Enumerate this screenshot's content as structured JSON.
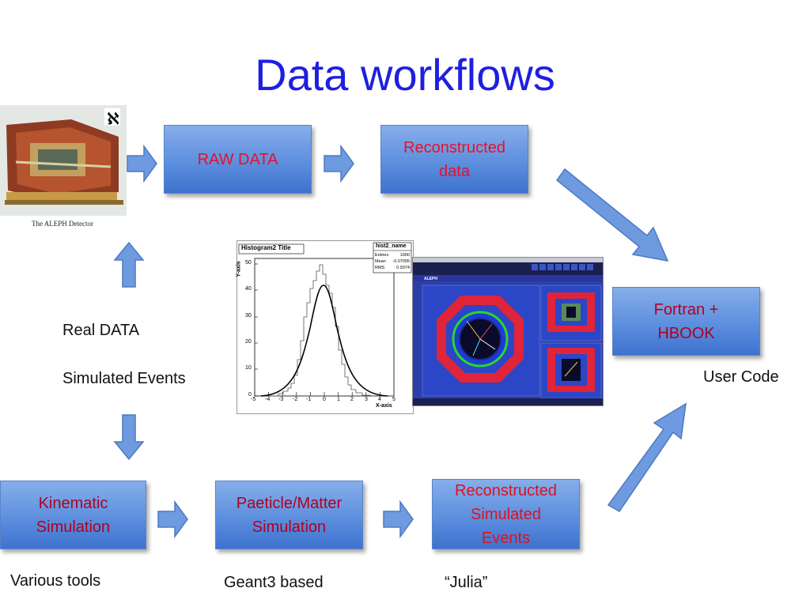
{
  "slide": {
    "title": "Data workflows"
  },
  "detector": {
    "caption": "The ALEPH Detector",
    "logo_icon": "aleph-letter-icon"
  },
  "boxes": {
    "raw_data": "RAW DATA",
    "reconstructed_data": [
      "Reconstructed",
      "data"
    ],
    "fortran_hbook": [
      "Fortran +",
      "HBOOK"
    ],
    "kinematic_simulation": [
      "Kinematic",
      "Simulation"
    ],
    "particle_matter_simulation": [
      "Paeticle/Matter",
      "Simulation"
    ],
    "reconstructed_simulated_events": [
      "Reconstructed",
      "Simulated",
      "Events"
    ]
  },
  "labels": {
    "real_data": "Real DATA",
    "simulated_events": "Simulated Events",
    "user_code": "User Code",
    "various_tools": "Various tools",
    "geant3_based": "Geant3 based",
    "julia": "“Julia”"
  },
  "histogram": {
    "title": "Histogram2 Title",
    "stats_name": "hist2_name",
    "stats": [
      {
        "key": "Entries",
        "value": "1000"
      },
      {
        "key": "Mean",
        "value": "-0.07005"
      },
      {
        "key": "RMS",
        "value": "0.9374"
      }
    ],
    "xlabel": "X-axis",
    "ylabel": "Y-axis",
    "yticks": [
      "0",
      "10",
      "20",
      "30",
      "40",
      "50"
    ],
    "xticks": [
      "-5",
      "-4",
      "-3",
      "-2",
      "-1",
      "0",
      "1",
      "2",
      "3",
      "4",
      "5"
    ]
  },
  "event_display": {
    "header": "ALEPH"
  },
  "colors": {
    "title": "#1f1fe0",
    "box_text": "#e8102a",
    "box_fill": "#5d8fde",
    "arrow_fill": "#6e9ae0"
  }
}
